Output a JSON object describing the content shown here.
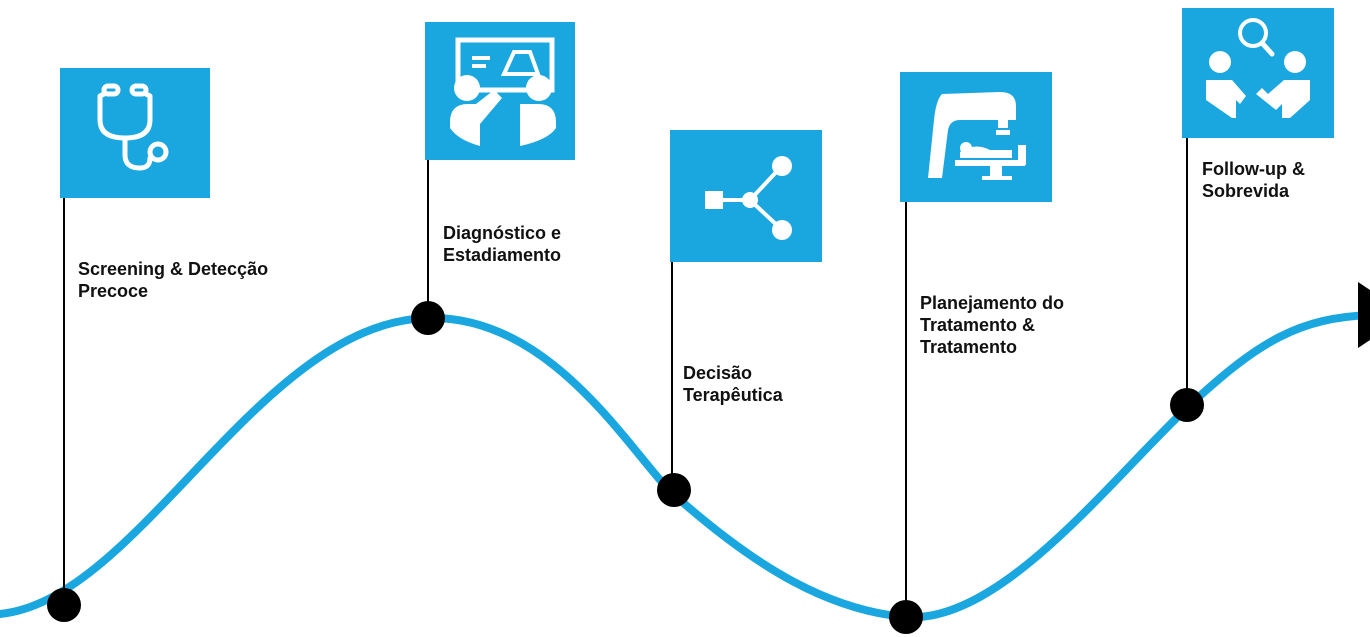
{
  "colors": {
    "accent": "#1aa7df",
    "marker": "#000000",
    "icon": "#ffffff",
    "text": "#111111"
  },
  "stages": [
    {
      "icon": "stethoscope-icon",
      "label_lines": [
        "Screening & Detecção",
        "Precoce"
      ]
    },
    {
      "icon": "ultrasound-consultation-icon",
      "label_lines": [
        "Diagnóstico e",
        "Estadiamento"
      ]
    },
    {
      "icon": "decision-branch-icon",
      "label_lines": [
        "Decisão",
        "Terapêutica"
      ]
    },
    {
      "icon": "radiotherapy-machine-icon",
      "label_lines": [
        "Planejamento do",
        "Tratamento &",
        "Tratamento"
      ]
    },
    {
      "icon": "follow-up-search-icon",
      "label_lines": [
        "Follow-up &",
        "Sobrevida"
      ]
    }
  ]
}
